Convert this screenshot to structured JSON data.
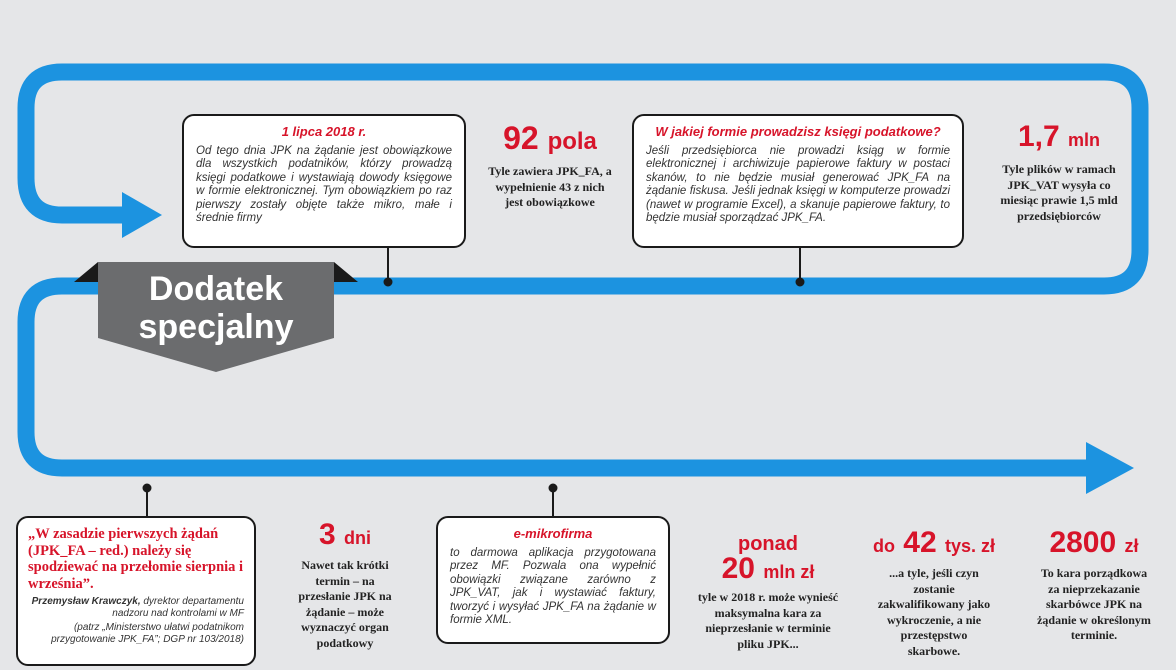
{
  "colors": {
    "flow": "#1c93e0",
    "accent": "#d7142a",
    "label_bg": "#6b6c6e",
    "background": "#e5e6e8"
  },
  "label": {
    "line1": "Dodatek",
    "line2": "specjalny"
  },
  "box_july": {
    "title": "1 lipca 2018 r.",
    "body": "Od tego dnia JPK na żądanie jest obowiązkowe dla wszystkich podatników, którzy prowadzą księgi podatkowe i wystawiają dowody księgowe w formie elektronicznej. Tym obowiązkiem po raz pierwszy zostały objęte także mikro, małe i średnie firmy"
  },
  "stat_92": {
    "number": "92",
    "unit": "pola",
    "text": "Tyle zawiera JPK_FA, a wypełnienie 43 z nich jest obowiązkowe"
  },
  "box_books": {
    "title": "W jakiej formie prowadzisz księgi podatkowe?",
    "body": "Jeśli przedsiębiorca nie prowadzi ksiąg w formie elektronicznej i archiwizuje papierowe faktury w postaci skanów, to nie będzie musiał generować JPK_FA na żądanie fiskusa. Jeśli jednak księgi w komputerze prowadzi (nawet w programie Excel), a skanuje papierowe faktury, to będzie musiał sporządzać JPK_FA."
  },
  "stat_17": {
    "number": "1,7",
    "unit": "mln",
    "text": "Tyle plików w ramach JPK_VAT wysyła co miesiąc prawie 1,5 mld przedsiębiorców"
  },
  "quote_box": {
    "quote": "„W zasadzie pierwszych żądań (JPK_FA – red.) należy się spodziewać na przełomie sierpnia i września”.",
    "author_name": "Przemysław Krawczyk,",
    "author_role": "dyrektor departamentu nadzoru nad kontrolami w MF",
    "source": "(patrz „Ministerstwo ułatwi podatnikom przygotowanie JPK_FA”; DGP nr 103/2018)"
  },
  "stat_3": {
    "number": "3",
    "unit": "dni",
    "text": "Nawet tak krótki termin – na przesłanie JPK na żądanie – może wyznaczyć organ podatkowy"
  },
  "box_emikro": {
    "title": "e-mikrofirma",
    "body": "to darmowa aplikacja przygotowana przez MF. Pozwala ona wypełnić obowiązki związane zarówno z JPK_VAT, jak i wystawiać faktury, tworzyć i wysyłać JPK_FA na żądanie w formie XML."
  },
  "stat_20": {
    "prefix": "ponad",
    "number": "20",
    "unit": "mln zł",
    "text": "tyle w 2018 r. może wynieść maksymalna kara za nieprzesłanie w terminie pliku JPK..."
  },
  "stat_42": {
    "prefix": "do",
    "number": "42",
    "unit": "tys. zł",
    "text": "...a tyle, jeśli czyn zostanie zakwalifikowany jako wykroczenie, a nie przestępstwo skarbowe."
  },
  "stat_2800": {
    "number": "2800",
    "unit": "zł",
    "text": "To kara porządkowa za nieprzekazanie skarbówce JPK na żądanie w określonym terminie."
  }
}
